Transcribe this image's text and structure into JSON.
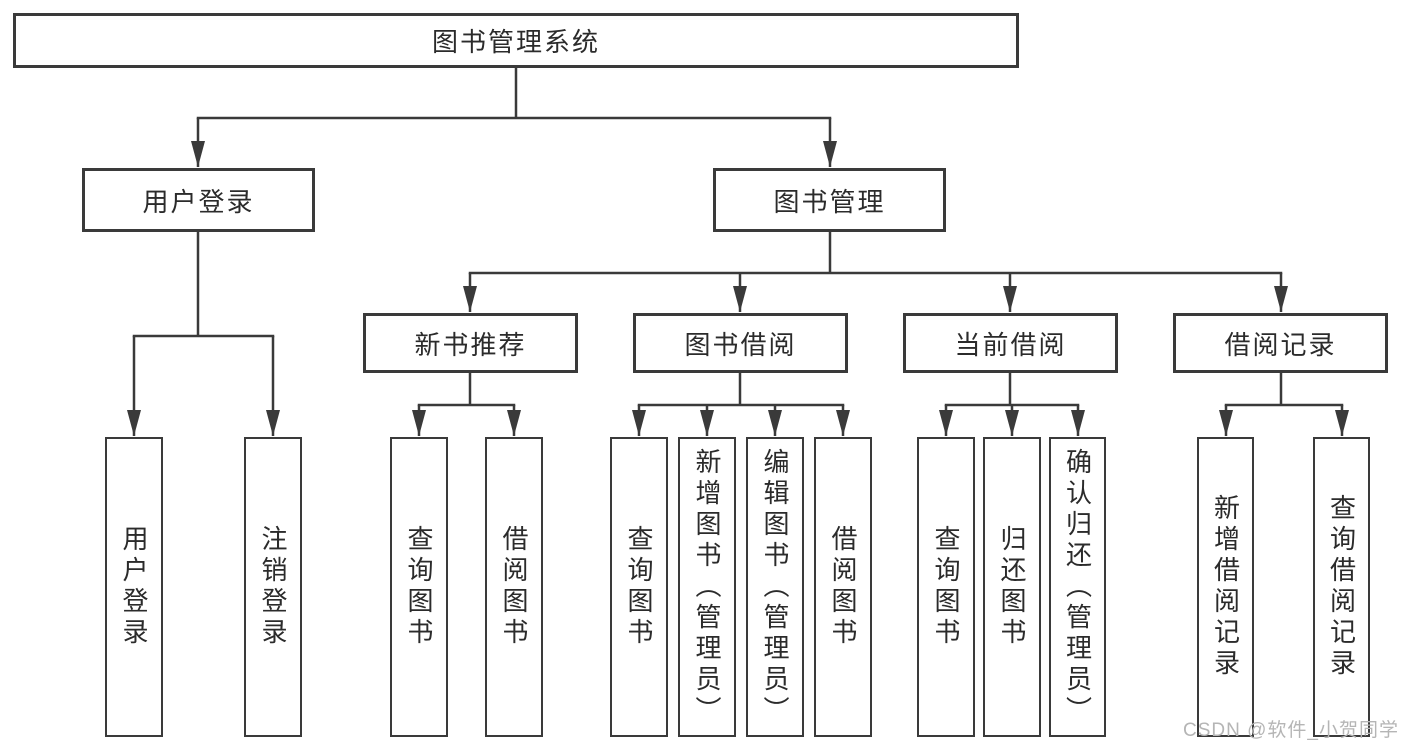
{
  "nodes": {
    "root": "图书管理系统",
    "level2": [
      "用户登录",
      "图书管理"
    ],
    "level3": [
      "新书推荐",
      "图书借阅",
      "当前借阅",
      "借阅记录"
    ],
    "leaves": {
      "user_login": [
        "用户登录",
        "注销登录"
      ],
      "new_book": [
        "查询图书",
        "借阅图书"
      ],
      "book_borrow": [
        "查询图书",
        "新增图书（管理员）",
        "编辑图书（管理员）",
        "借阅图书"
      ],
      "current_borrow": [
        "查询图书",
        "归还图书",
        "确认归还（管理员）"
      ],
      "borrow_records": [
        "新增借阅记录",
        "查询借阅记录"
      ]
    }
  },
  "watermark": "CSDN @软件_小贺同学",
  "colors": {
    "line": "#3a3a3a",
    "border": "#3a3a3a",
    "text": "#2b2b2b",
    "watermark": "#b5b5b5",
    "background": "#ffffff"
  }
}
